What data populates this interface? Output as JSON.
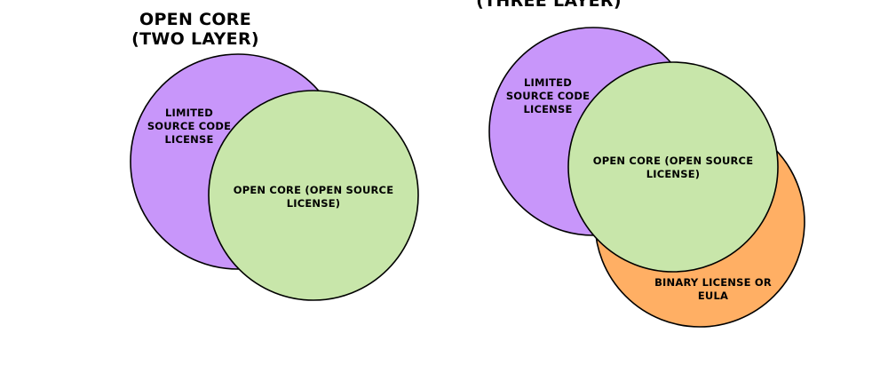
{
  "diagrams": [
    {
      "title_line1": "OPEN CORE",
      "title_line2": "(TWO LAYER)",
      "limited_label": "LIMITED SOURCE CODE LICENSE",
      "open_core_label": "OPEN CORE (OPEN SOURCE LICENSE)"
    },
    {
      "title_line1": "(THREE LAYER)",
      "limited_label": "LIMITED SOURCE CODE LICENSE",
      "open_core_label": "OPEN CORE (OPEN SOURCE LICENSE)",
      "binary_label": "BINARY LICENSE OR EULA"
    }
  ],
  "colors": {
    "limited": "#c896fa",
    "open_core": "#c8e6aa",
    "binary": "#ffaf64",
    "outline": "#000000"
  }
}
